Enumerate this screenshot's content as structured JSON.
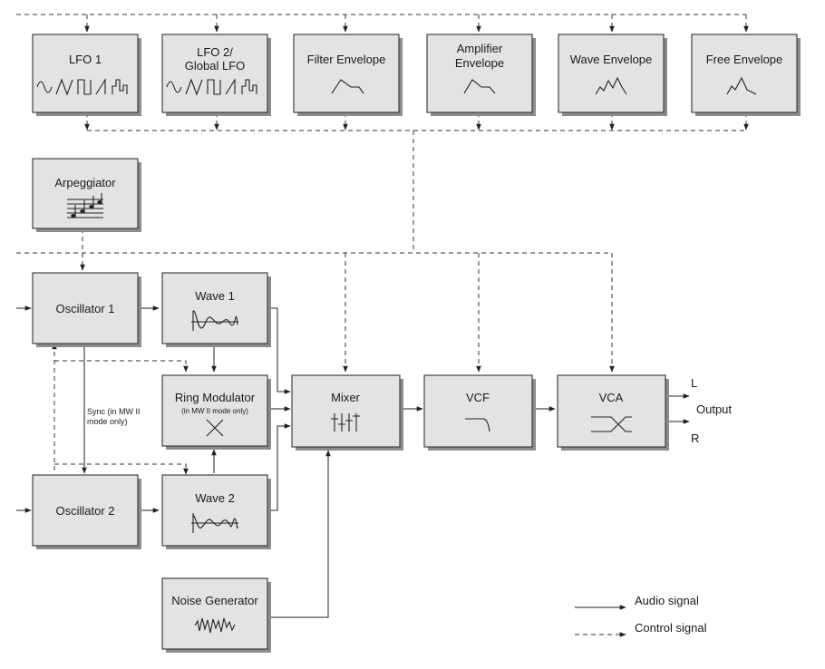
{
  "modulation_sources": {
    "lfo1": "LFO 1",
    "lfo2_line1": "LFO 2/",
    "lfo2_line2": "Global LFO",
    "filter_env": "Filter Envelope",
    "amp_env_line1": "Amplifier",
    "amp_env_line2": "Envelope",
    "wave_env": "Wave Envelope",
    "free_env": "Free Envelope"
  },
  "arpeggiator": "Arpeggiator",
  "audio_path": {
    "osc1": "Oscillator 1",
    "osc2": "Oscillator 2",
    "wave1": "Wave 1",
    "wave2": "Wave 2",
    "ring_mod": "Ring Modulator",
    "ring_mod_note": "(in MW II mode only)",
    "mixer": "Mixer",
    "vcf": "VCF",
    "vca": "VCA",
    "noise": "Noise Generator"
  },
  "sync_note_line1": "Sync (in MW II",
  "sync_note_line2": "mode only)",
  "output": {
    "left": "L",
    "label": "Output",
    "right": "R"
  },
  "legend": {
    "audio": "Audio signal",
    "control": "Control signal"
  },
  "colors": {
    "box_fill": "#e3e3e3",
    "box_shadow": "#8c8c8c",
    "line": "#222222"
  }
}
